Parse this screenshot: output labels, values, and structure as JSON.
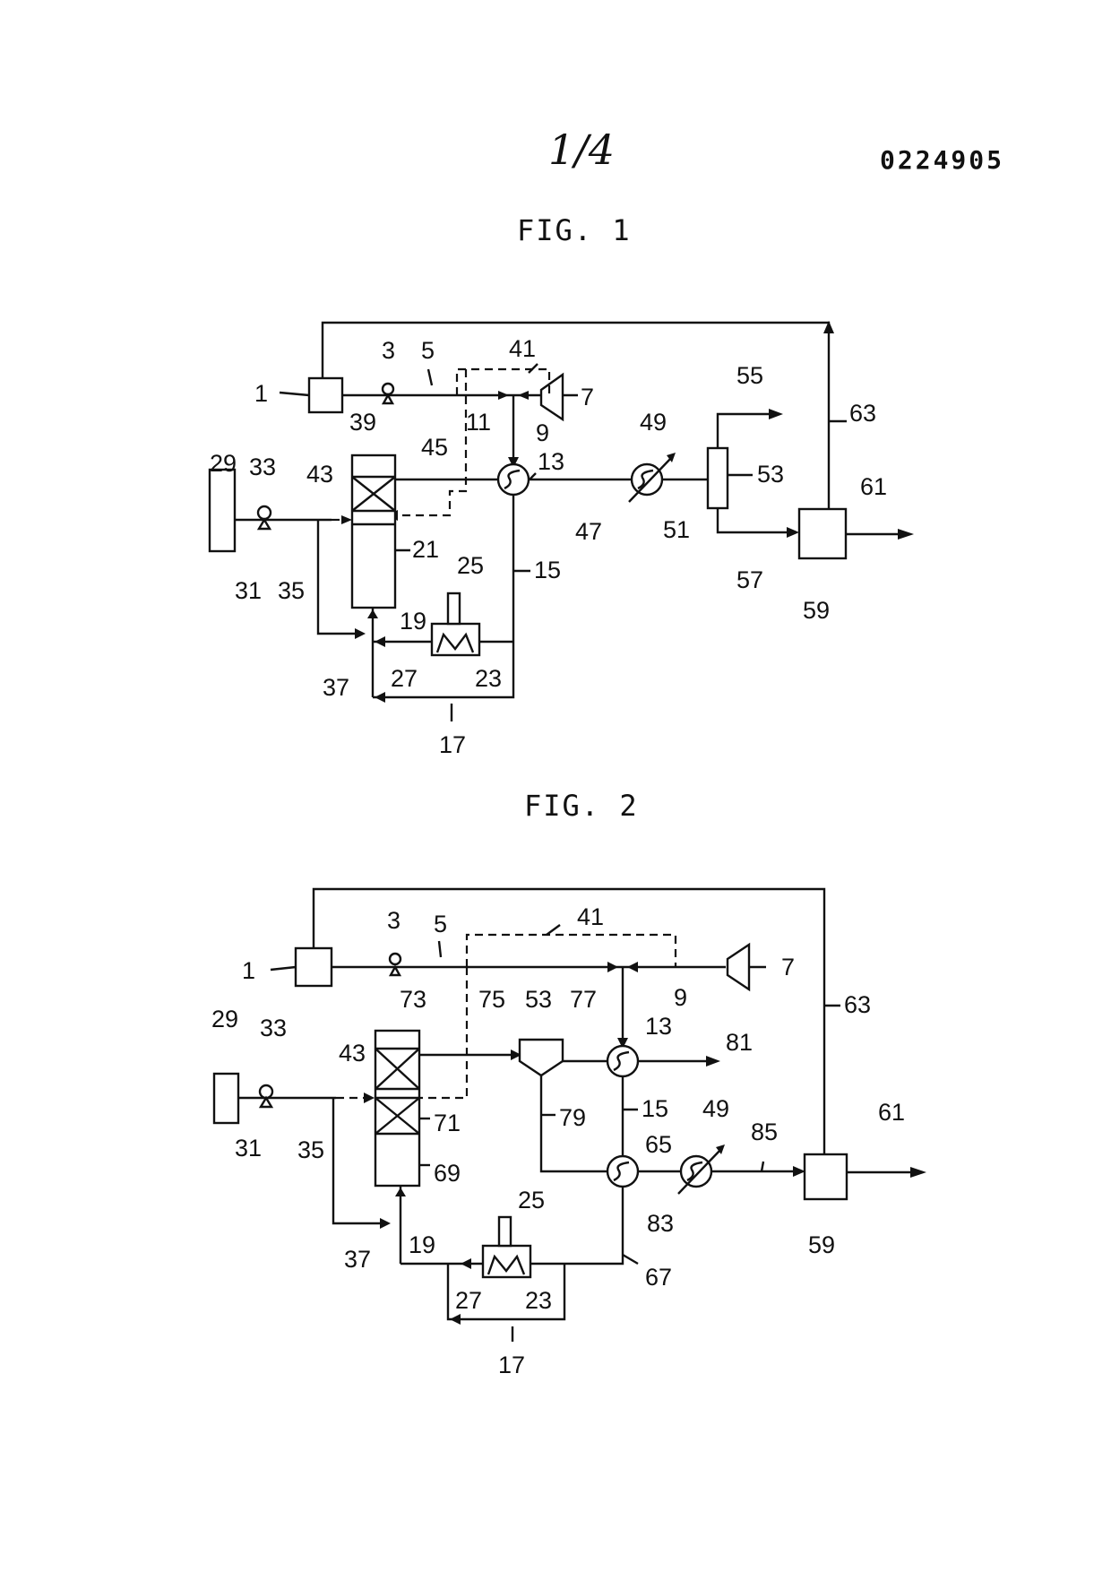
{
  "header": {
    "sheet_number": "1/4",
    "document_number": "0224905"
  },
  "figures": [
    {
      "title": "FIG. 1",
      "labels": [
        "1",
        "3",
        "5",
        "41",
        "7",
        "9",
        "11",
        "13",
        "39",
        "45",
        "49",
        "55",
        "53",
        "63",
        "61",
        "29",
        "33",
        "43",
        "21",
        "47",
        "51",
        "57",
        "59",
        "25",
        "15",
        "31",
        "35",
        "19",
        "37",
        "27",
        "23",
        "17"
      ]
    },
    {
      "title": "FIG. 2",
      "labels": [
        "41",
        "3",
        "5",
        "7",
        "9",
        "1",
        "63",
        "29",
        "33",
        "73",
        "75",
        "53",
        "77",
        "13",
        "81",
        "43",
        "71",
        "79",
        "15",
        "49",
        "65",
        "85",
        "61",
        "31",
        "35",
        "69",
        "83",
        "59",
        "25",
        "19",
        "37",
        "27",
        "23",
        "67",
        "17"
      ]
    }
  ]
}
